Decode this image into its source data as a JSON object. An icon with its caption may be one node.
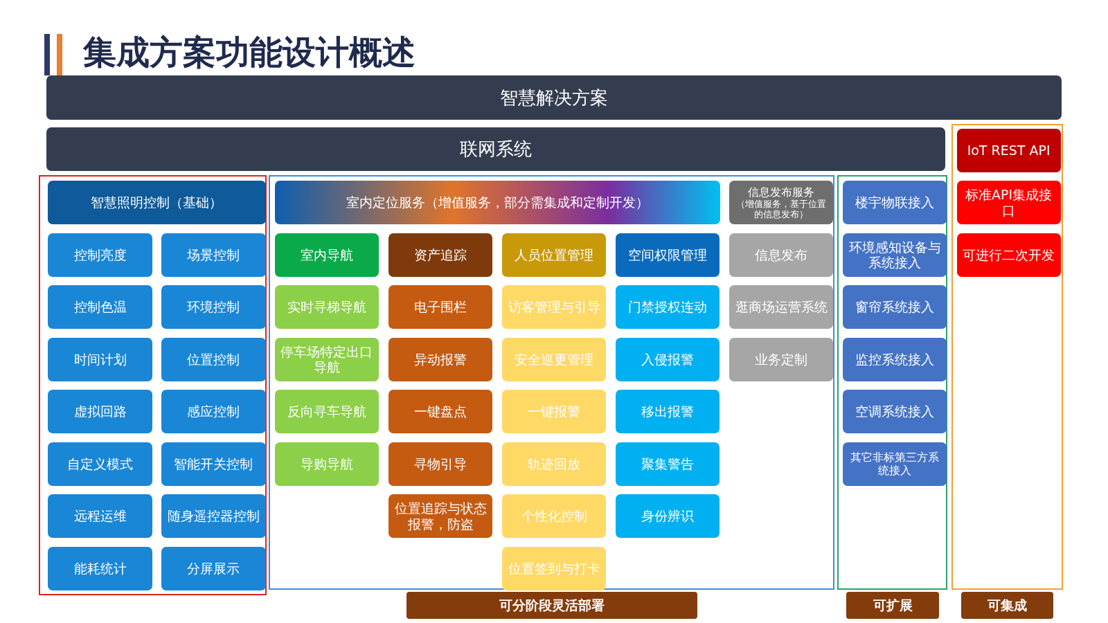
{
  "diagram": {
    "title": "集成方案功能设计概述",
    "nodes": [
      {
        "text": [
          "智慧解决方案"
        ]
      },
      {
        "text": [
          "联网系统"
        ]
      },
      {
        "text": [],
        "shape": "box"
      },
      {
        "text": [
          "智慧照明控制（基础）"
        ],
        "in": 2
      },
      {
        "text": [
          "控制亮度"
        ],
        "in": 2
      },
      {
        "text": [
          "场景控制"
        ],
        "in": 2
      },
      {
        "text": [
          "控制色温"
        ],
        "in": 2
      },
      {
        "text": [
          "环境控制"
        ],
        "in": 2
      },
      {
        "text": [
          "时间计划"
        ],
        "in": 2
      },
      {
        "text": [
          "位置控制"
        ],
        "in": 2
      },
      {
        "text": [
          "虚拟回路"
        ],
        "in": 2
      },
      {
        "text": [
          "感应控制"
        ],
        "in": 2
      },
      {
        "text": [
          "自定义模式"
        ],
        "in": 2
      },
      {
        "text": [
          "智能开关控制"
        ],
        "in": 2
      },
      {
        "text": [
          "远程运维"
        ],
        "in": 2
      },
      {
        "text": [
          "随身遥控器控制"
        ],
        "in": 2
      },
      {
        "text": [
          "能耗统计"
        ],
        "in": 2
      },
      {
        "text": [
          "分屏展示"
        ],
        "in": 2
      },
      {
        "text": [],
        "shape": "box"
      },
      {
        "text": [
          "室内定位服务（增值服务，部分需集成和定制开发）"
        ],
        "in": 18
      },
      {
        "text": [
          "信息发布服务",
          "（增值服务，基于位置的信息发布）"
        ],
        "in": 18
      },
      {
        "text": [
          "室内导航"
        ],
        "in": 18
      },
      {
        "text": [
          "资产追踪"
        ],
        "in": 18
      },
      {
        "text": [
          "人员位置管理"
        ],
        "in": 18
      },
      {
        "text": [
          "空间权限管理"
        ],
        "in": 18
      },
      {
        "text": [
          "信息发布"
        ],
        "in": 18
      },
      {
        "text": [
          "实时寻梯导航"
        ],
        "in": 18
      },
      {
        "text": [
          "电子围栏"
        ],
        "in": 18
      },
      {
        "text": [
          "访客管理与引导"
        ],
        "in": 18
      },
      {
        "text": [
          "门禁授权连动"
        ],
        "in": 18
      },
      {
        "text": [
          "逛商场运营系统"
        ],
        "in": 18
      },
      {
        "text": [
          "停车场特定出口导航"
        ],
        "in": 18
      },
      {
        "text": [
          "异动报警"
        ],
        "in": 18
      },
      {
        "text": [
          "安全巡更管理"
        ],
        "in": 18
      },
      {
        "text": [
          "入侵报警"
        ],
        "in": 18
      },
      {
        "text": [
          "业务定制"
        ],
        "in": 18
      },
      {
        "text": [
          "反向寻车导航"
        ],
        "in": 18
      },
      {
        "text": [
          "一键盘点"
        ],
        "in": 18
      },
      {
        "text": [
          "一键报警"
        ],
        "in": 18
      },
      {
        "text": [
          "移出报警"
        ],
        "in": 18
      },
      {
        "text": [
          "导购导航"
        ],
        "in": 18
      },
      {
        "text": [
          "寻物引导"
        ],
        "in": 18
      },
      {
        "text": [
          "轨迹回放"
        ],
        "in": 18
      },
      {
        "text": [
          "聚集警告"
        ],
        "in": 18
      },
      {
        "text": [
          "位置追踪与状态报警，防盗"
        ],
        "in": 18
      },
      {
        "text": [
          "个性化控制"
        ],
        "in": 18
      },
      {
        "text": [
          "身份辨识"
        ],
        "in": 18
      },
      {
        "text": [
          "位置签到与打卡"
        ],
        "in": 18
      },
      {
        "text": [],
        "shape": "box"
      },
      {
        "text": [
          "楼宇物联接入"
        ],
        "in": 48
      },
      {
        "text": [
          "环境感知设备与系统接入"
        ],
        "in": 48
      },
      {
        "text": [
          "窗帘系统接入"
        ],
        "in": 48
      },
      {
        "text": [
          "监控系统接入"
        ],
        "in": 48
      },
      {
        "text": [
          "空调系统接入"
        ],
        "in": 48
      },
      {
        "text": [
          "其它非标第三方系统接入"
        ],
        "in": 48
      },
      {
        "text": [],
        "shape": "box"
      },
      {
        "text": [
          "IoT REST API"
        ],
        "in": 55
      },
      {
        "text": [
          "标准API集成接口"
        ],
        "in": 55
      },
      {
        "text": [
          "可进行二次开发"
        ],
        "in": 55
      },
      {
        "text": [
          "可分阶段灵活部署"
        ]
      },
      {
        "text": [
          "可扩展"
        ]
      },
      {
        "text": [
          "可集成"
        ]
      }
    ],
    "edges": []
  }
}
